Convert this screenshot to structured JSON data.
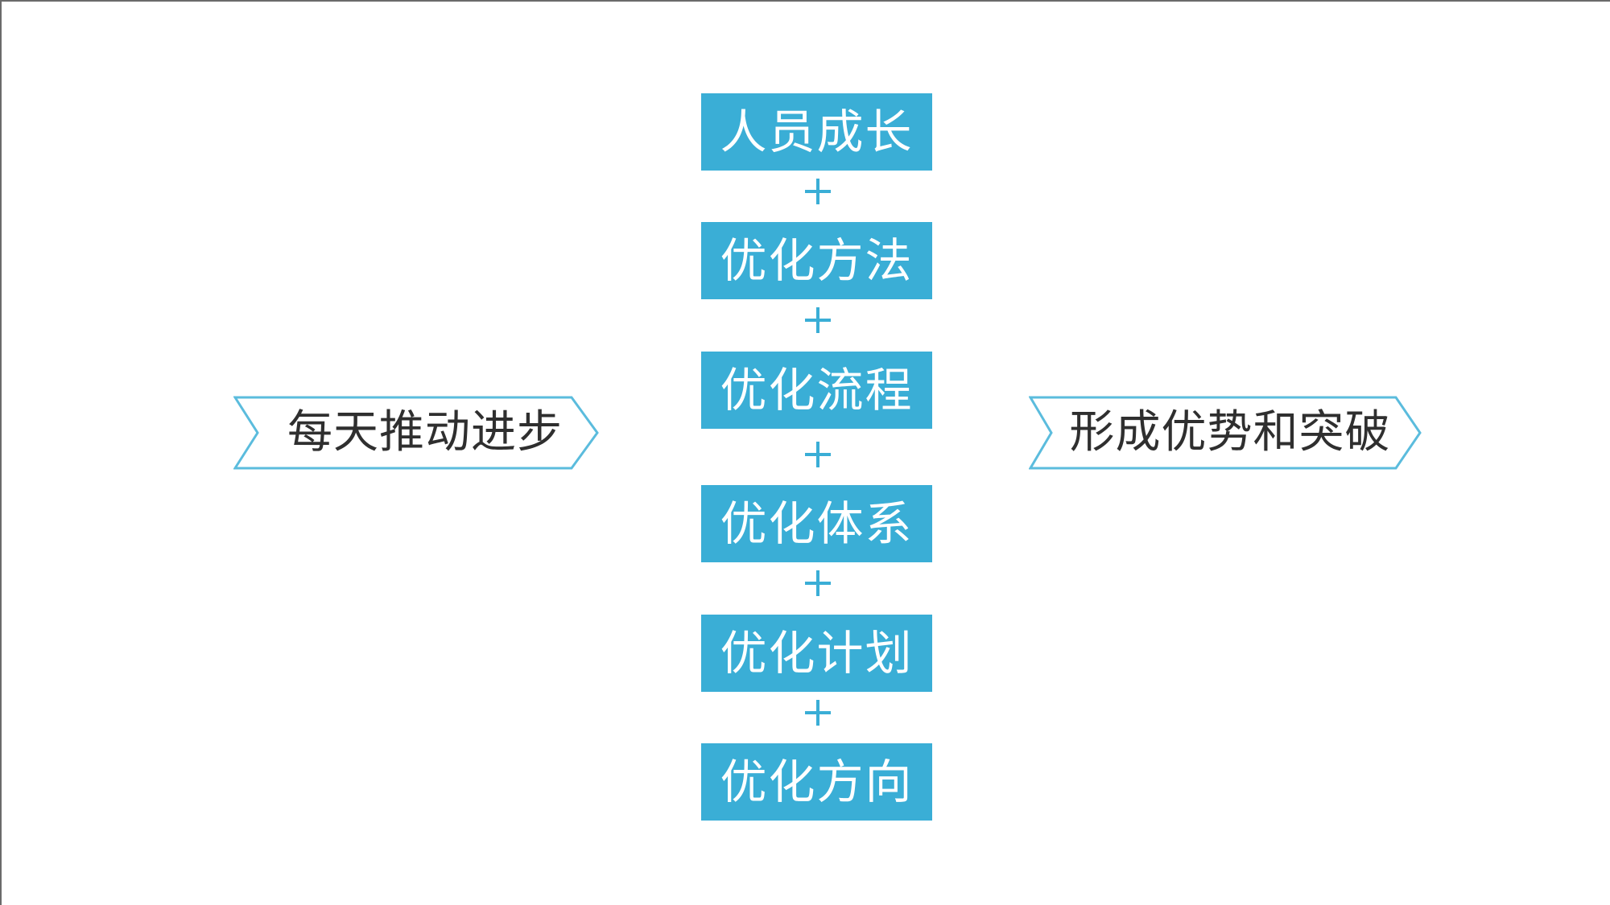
{
  "colors": {
    "accent": "#3aaed6",
    "box_text": "#ffffff",
    "chevron_stroke": "#5bbcdd",
    "chevron_text": "#2f2f2f",
    "frame": "#6b6b6b"
  },
  "left_chevron": {
    "label": "每天推动进步"
  },
  "right_chevron": {
    "label": "形成优势和突破"
  },
  "stack": {
    "items": [
      {
        "label": "人员成长"
      },
      {
        "label": "优化方法"
      },
      {
        "label": "优化流程"
      },
      {
        "label": "优化体系"
      },
      {
        "label": "优化计划"
      },
      {
        "label": "优化方向"
      }
    ],
    "connector_icon": "plus-icon"
  }
}
